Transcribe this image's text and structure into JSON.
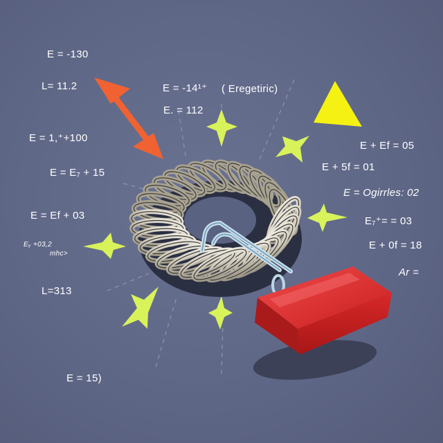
{
  "labels": {
    "l1": "E = -130",
    "l2": "L= 11.2",
    "l3": "E = -14¹⁺",
    "l4": "( Eregetiric)",
    "l5": "E. = 112",
    "l6": "E = 1,⁺+100",
    "l7": "E = E₇ + 15",
    "l8": "E = Ef + 03",
    "l9": "Eᵧ +03,2",
    "l10": "mhc>",
    "l11": "L=313",
    "l12": "E = 15)",
    "l13": "E + Ef = 05",
    "l14": "E + 5f = 01",
    "l15": "E = Ogirrles: 02",
    "l16": "E₇⁺= = 03",
    "l17": "E + 0f = 18",
    "l18": "Ar ="
  },
  "colors": {
    "background": "#5f6787",
    "arrow": "#f06232",
    "triangle": "#f5f213",
    "sparkle": "#d8f25a",
    "coil": "#d8d3c4",
    "coil_shadow": "#2c3044",
    "magnet": "#d92a2a",
    "clip": "#9bc4dc"
  },
  "icons": [
    "double-arrow-icon",
    "triangle-icon",
    "sparkle-icon",
    "coil-icon",
    "clip-icon",
    "magnet-icon"
  ]
}
